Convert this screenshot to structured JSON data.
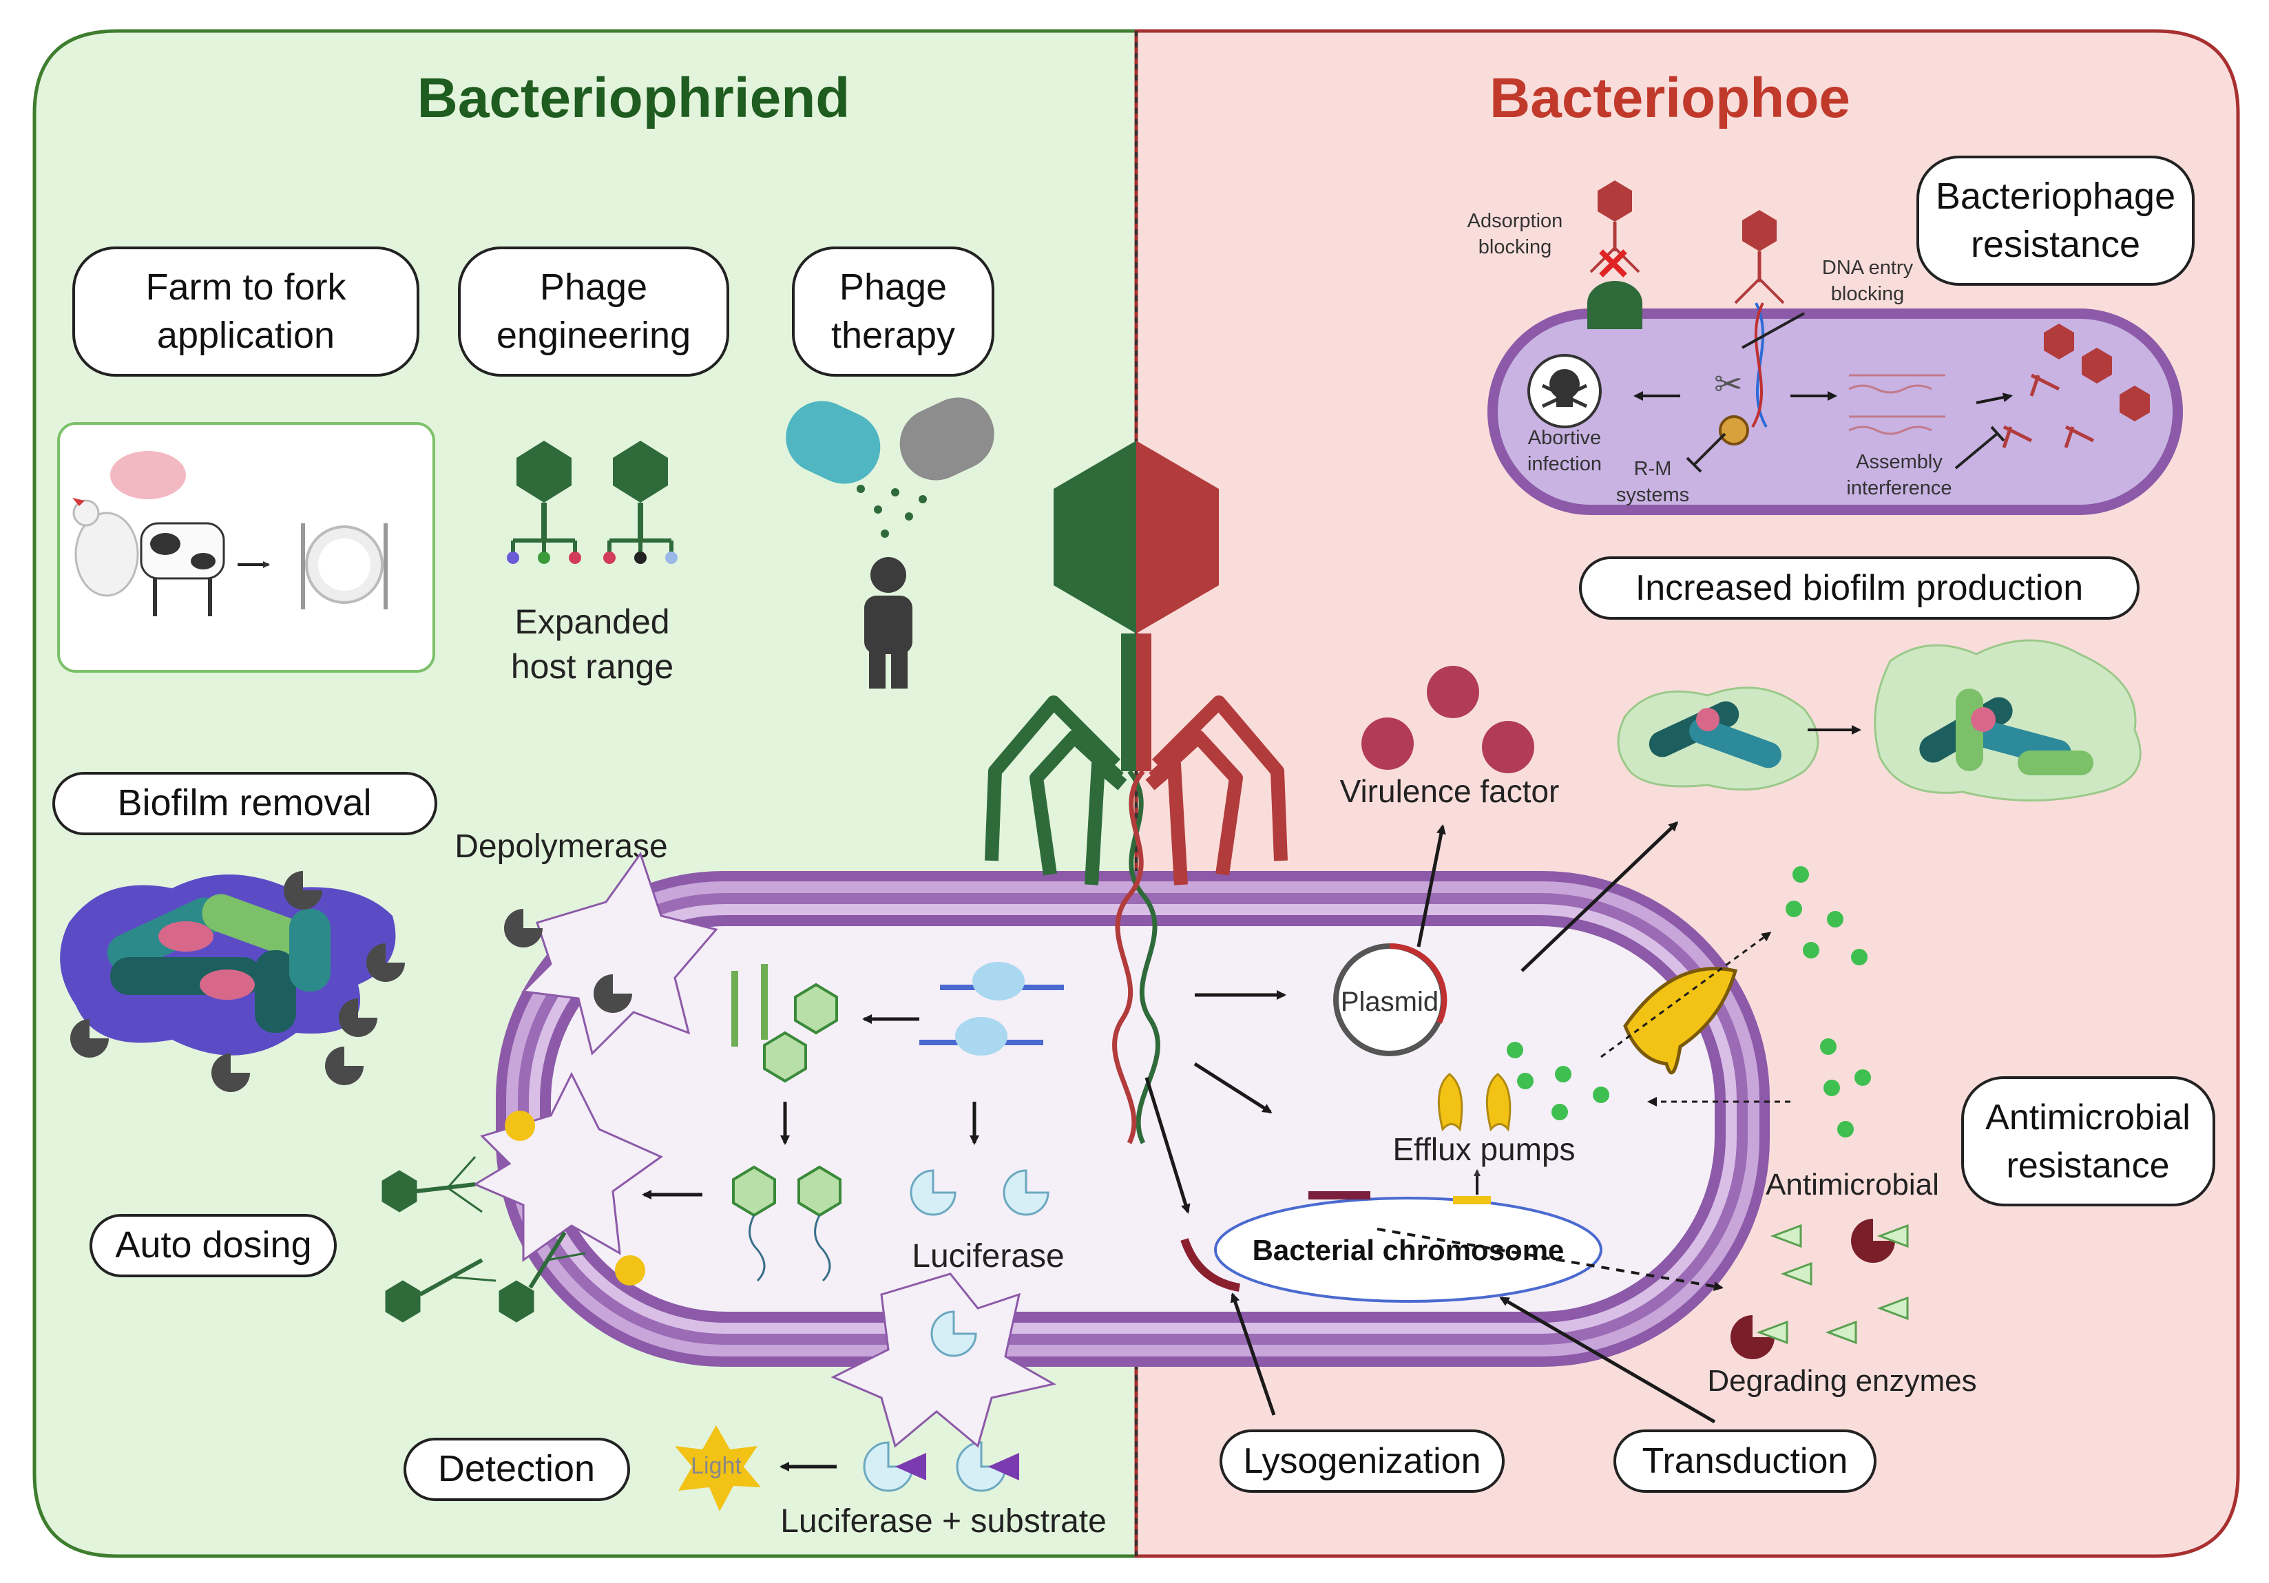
{
  "titles": {
    "left": "Bacteriophriend",
    "right": "Bacteriophoe"
  },
  "colors": {
    "friend_bg": "#e3f4dc",
    "friend_border": "#3e7d2e",
    "friend_title": "#1f5c1f",
    "foe_bg": "#f9dddb",
    "foe_border": "#a83030",
    "foe_title": "#c0392b",
    "phage_green": "#2f6b3a",
    "phage_red": "#b23b3b",
    "membrane_purple": "#8c5aa8",
    "cell_inside": "#f5eff8"
  },
  "friend": {
    "farm_to_fork": [
      "Farm to fork",
      "application"
    ],
    "phage_engineering": [
      "Phage",
      "engineering"
    ],
    "phage_therapy": [
      "Phage",
      "therapy"
    ],
    "expanded_host_range": [
      "Expanded",
      "host range"
    ],
    "biofilm_removal": "Biofilm removal",
    "depolymerase": "Depolymerase",
    "auto_dosing": "Auto dosing",
    "luciferase": "Luciferase",
    "detection": "Detection",
    "light": "Light",
    "luciferase_substrate": "Luciferase + substrate"
  },
  "foe": {
    "bacteriophage_resistance": [
      "Bacteriophage",
      "resistance"
    ],
    "adsorption_blocking": [
      "Adsorption",
      "blocking"
    ],
    "dna_entry_blocking": [
      "DNA entry",
      "blocking"
    ],
    "abortive_infection": [
      "Abortive",
      "infection"
    ],
    "rm_systems": [
      "R-M",
      "systems"
    ],
    "assembly_interference": [
      "Assembly",
      "interference"
    ],
    "increased_biofilm": "Increased biofilm production",
    "virulence_factor": "Virulence factor",
    "plasmid": "Plasmid",
    "efflux_pumps": "Efflux pumps",
    "bacterial_chromosome": "Bacterial chromosome",
    "antimicrobial_resistance": [
      "Antimicrobial",
      "resistance"
    ],
    "antimicrobial": "Antimicrobial",
    "degrading_enzymes": "Degrading enzymes",
    "lysogenization": "Lysogenization",
    "transduction": "Transduction"
  }
}
